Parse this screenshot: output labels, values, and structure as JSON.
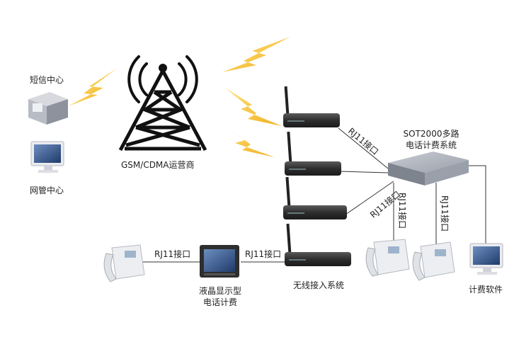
{
  "sms_center": "短信中心",
  "nms_center": "网管中心",
  "operator": "GSM/CDMA运营商",
  "billing_system": {
    "line1": "SOT2000多路",
    "line2": "电话计费系统"
  },
  "rj11_labels": [
    "RJ11接口",
    "RJ11接口",
    "RJ11接口",
    "RJ11接口",
    "RJ11接口",
    "RJ11接口"
  ],
  "lcd_billing": {
    "line1": "液晶显示型",
    "line2": "电话计费"
  },
  "wireless_system": "无线接入系统",
  "billing_software": "计费软件",
  "colors": {
    "lightning": "#f5c23c",
    "line": "#333333",
    "tower": "#111111",
    "device": "#3b3b3b"
  }
}
